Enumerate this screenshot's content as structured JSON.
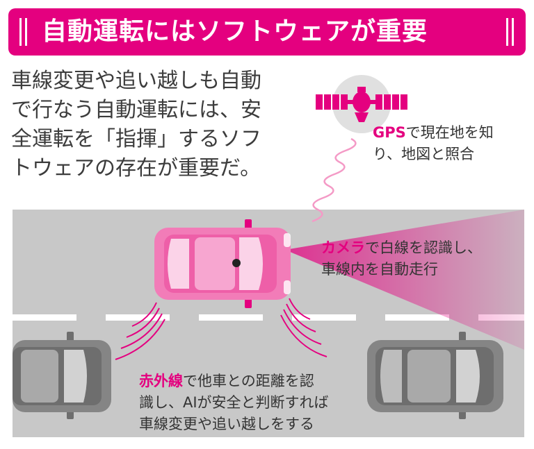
{
  "banner": {
    "title": "自動運転にはソフトウェアが重要"
  },
  "intro": {
    "lines": [
      "車線変更や追い越しも自動",
      "で行なう自動運転には、安",
      "全運転を「指揮」するソフ",
      "トウェアの存在が重要だ。"
    ]
  },
  "gps": {
    "highlight": "GPS",
    "line1_rest": "で現在地を知",
    "line2": "り、地図と照合"
  },
  "camera": {
    "highlight": "カメラ",
    "line1_rest": "で白線を認識し、",
    "line2": "車線内を自動走行"
  },
  "infrared": {
    "highlight": "赤外線",
    "line1_rest": "で他車との距離を認",
    "line2": "識し、AIが安全と判断すれば",
    "line3": "車線変更や追い越しをする"
  },
  "colors": {
    "accent": "#e4007f",
    "road": "#c8c8c8",
    "car_gray": "#6e6e6e"
  },
  "icons": [
    "satellite-icon"
  ]
}
